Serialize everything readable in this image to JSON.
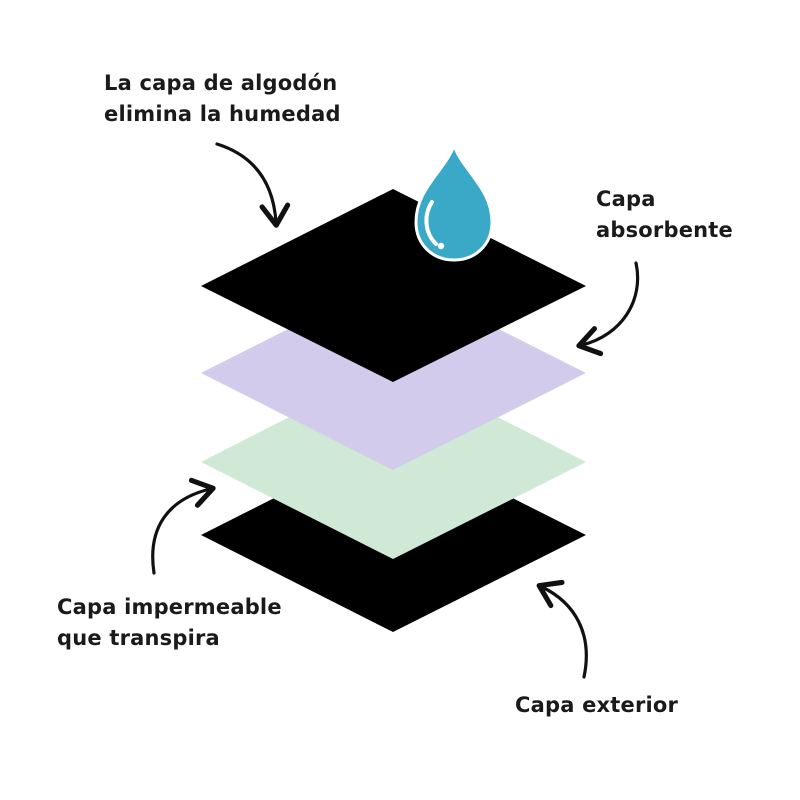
{
  "colors": {
    "background": "#ffffff",
    "cotton_layer": "#000000",
    "absorbent_layer": "#d3cbeb",
    "breathable_layer": "#cfe9d6",
    "outer_layer": "#000000",
    "droplet": "#3aa9c8",
    "arrow": "#111111"
  },
  "labels": {
    "cotton": [
      "La capa de algodón",
      "elimina la humedad"
    ],
    "absorbent": [
      "Capa",
      "absorbente"
    ],
    "waterproof": [
      "Capa impermeable",
      "que transpira"
    ],
    "outer": [
      "Capa exterior"
    ]
  },
  "icons": {
    "droplet": "water-drop-icon",
    "arrows": "curved-arrow-icon"
  }
}
